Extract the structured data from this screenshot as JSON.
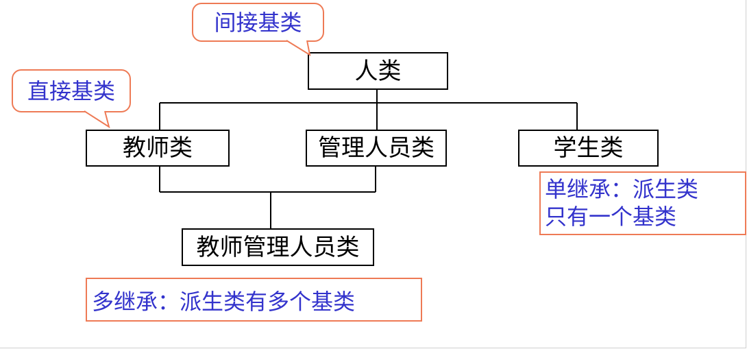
{
  "colors": {
    "node_border": "#000000",
    "node_text": "#000000",
    "callout_border": "#ee7a55",
    "callout_text": "#3333cc",
    "connector": "#000000"
  },
  "callouts": {
    "indirect_base": "间接基类",
    "direct_base": "直接基类"
  },
  "nodes": {
    "person": "人类",
    "teacher": "教师类",
    "manager": "管理人员类",
    "student": "学生类",
    "teacher_manager": "教师管理人员类"
  },
  "notes": {
    "single_inheritance": [
      "单继承：派生类",
      "只有一个基类"
    ],
    "multiple_inheritance": "多继承：派生类有多个基类"
  }
}
